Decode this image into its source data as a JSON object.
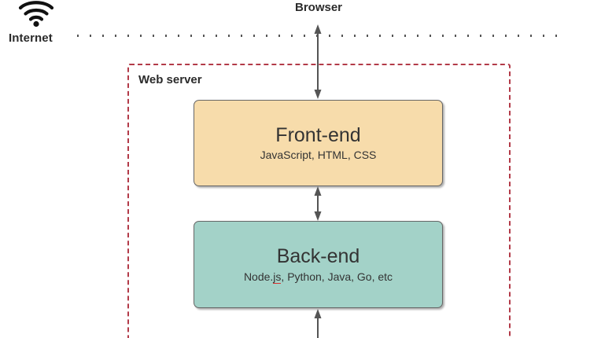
{
  "diagram": {
    "title_browser": "Browser",
    "title_internet": "Internet",
    "title_web_server": "Web server",
    "icons": {
      "wifi": "wifi-icon"
    },
    "colors": {
      "frontend_fill": "#f7dcab",
      "backend_fill": "#a3d2c8",
      "region_border": "#b23a48",
      "box_border": "#666666",
      "text": "#333333",
      "dotted_line": "#555555",
      "spellcheck_underline": "#d93030"
    },
    "boxes": [
      {
        "id": "frontend",
        "title": "Front-end",
        "subtitle": "JavaScript, HTML, CSS"
      },
      {
        "id": "backend",
        "title": "Back-end",
        "subtitle_prefix": "Node.",
        "subtitle_misspelled": "js",
        "subtitle_suffix": ", Python, Java, Go, etc",
        "subtitle_full": "Node.js, Python, Java, Go, etc"
      }
    ],
    "connectors": [
      {
        "id": "internet-to-browser",
        "style": "dotted",
        "direction": "none"
      },
      {
        "id": "browser-to-frontend",
        "style": "solid",
        "direction": "both"
      },
      {
        "id": "frontend-to-backend",
        "style": "solid",
        "direction": "both"
      },
      {
        "id": "backend-to-below",
        "style": "solid",
        "direction": "up"
      }
    ]
  }
}
